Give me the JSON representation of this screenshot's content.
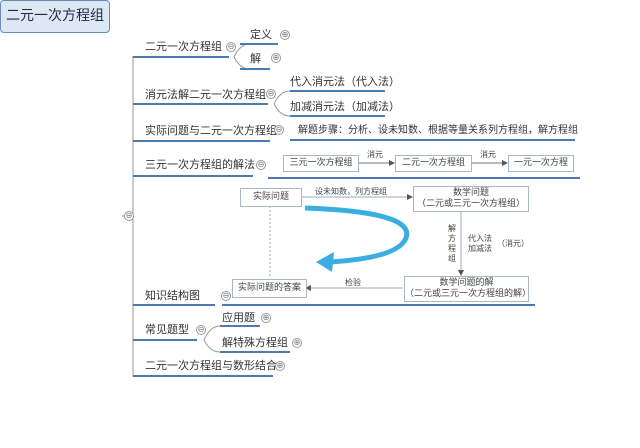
{
  "root": {
    "label": "二元一次方程组"
  },
  "branches": {
    "b1": {
      "label": "二元一次方程组",
      "children": [
        "定义",
        "解"
      ]
    },
    "b2": {
      "label": "消元法解二元一次方程组",
      "children": [
        "代入消元法（代入法）",
        "加减消元法（加减法）"
      ]
    },
    "b3": {
      "label": "实际问题与二元一次方程组",
      "children": [
        "解题步骤：分析、设未知数、根据等量关系列方程组，解方程组"
      ]
    },
    "b4": {
      "label": "三元一次方程组的解法",
      "flow": [
        "三元一次方程组",
        "二元一次方程组",
        "一元一次方程"
      ],
      "arrow_label": "消元"
    },
    "b5": {
      "label": "知识结构图",
      "diagram": {
        "real_problem": "实际问题",
        "math_problem": "数学问题",
        "math_problem_sub": "（二元或三元一次方程组）",
        "math_solution": "数学问题的解",
        "math_solution_sub": "（二元或三元一次方程组的解）",
        "real_answer": "实际问题的答案",
        "edge_set": "设未知数，列方程组",
        "edge_solve": "解方程组",
        "edge_methods_1": "代入法",
        "edge_methods_2": "加减法",
        "edge_methods_3": "（消元）",
        "edge_check": "检验"
      }
    },
    "b6": {
      "label": "常见题型",
      "children": [
        "应用题",
        "解特殊方程组"
      ]
    },
    "b7": {
      "label": "二元一次方程组与数形结合"
    }
  },
  "icons": {
    "collapse": "⊖",
    "expand": "⊕"
  },
  "colors": {
    "line": "#4f79b3",
    "root_bg": "#dde8f5",
    "arrow": "#3aaee0"
  }
}
